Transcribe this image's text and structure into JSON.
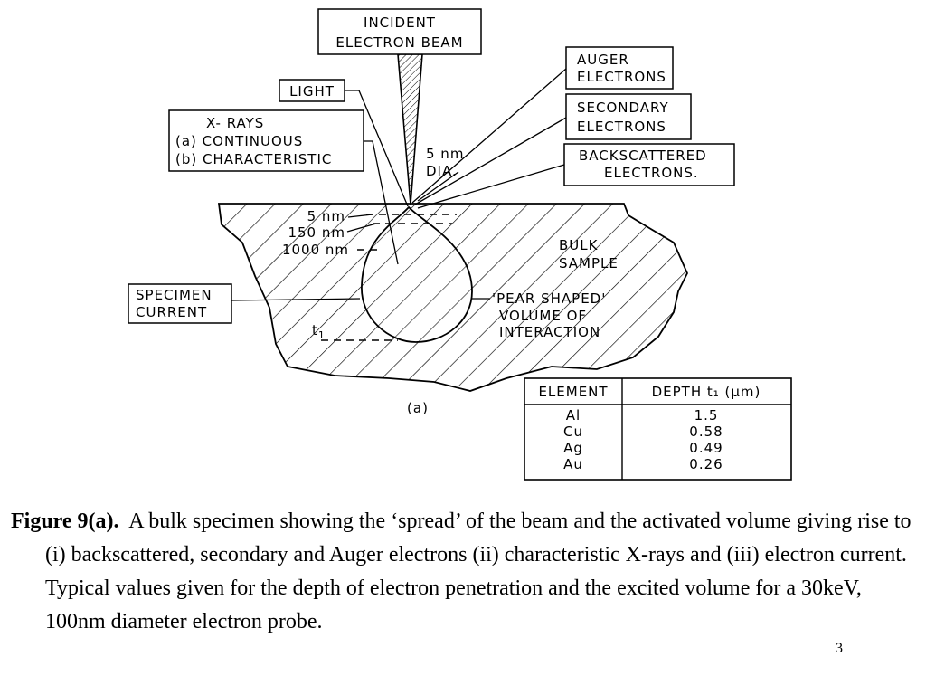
{
  "diagram": {
    "labels": {
      "incident_line1": "INCIDENT",
      "incident_line2": "ELECTRON BEAM",
      "auger_line1": "AUGER",
      "auger_line2": "ELECTRONS",
      "secondary_line1": "SECONDARY",
      "secondary_line2": "ELECTRONS",
      "backscattered_line1": "BACKSCATTERED",
      "backscattered_line2": "ELECTRONS.",
      "light": "LIGHT",
      "xrays_line1": "X- RAYS",
      "xrays_line2": "(a) CONTINUOUS",
      "xrays_line3": "(b) CHARACTERISTIC",
      "dia_line1": "5 nm",
      "dia_line2": "DIA.",
      "depth_5nm": "5 nm",
      "depth_150nm": "150 nm",
      "depth_1000nm": "1000 nm",
      "bulk_line1": "BULK",
      "bulk_line2": "SAMPLE",
      "specimen_line1": "SPECIMEN",
      "specimen_line2": "CURRENT",
      "t1_base": "t",
      "t1_sub": "1",
      "pear_line1": "'PEAR SHAPED'",
      "pear_line2": "VOLUME OF",
      "pear_line3": "INTERACTION",
      "sub_a": "(a)"
    },
    "table": {
      "header_element": "ELEMENT",
      "header_depth": "DEPTH t₁ (μm)",
      "rows": [
        {
          "element": "Al",
          "depth": "1.5"
        },
        {
          "element": "Cu",
          "depth": "0.58"
        },
        {
          "element": "Ag",
          "depth": "0.49"
        },
        {
          "element": "Au",
          "depth": "0.26"
        }
      ]
    }
  },
  "caption": {
    "figure_label": "Figure 9(a).",
    "text": "A bulk specimen showing the ‘spread’ of the beam and the activated volume giving rise to (i) backscattered, secondary and Auger electrons (ii) characteristic X-rays and (iii) electron current.  Typical values given for the depth of electron penetration and the excited volume for a 30keV, 100nm diameter electron probe."
  },
  "page_number": "3"
}
